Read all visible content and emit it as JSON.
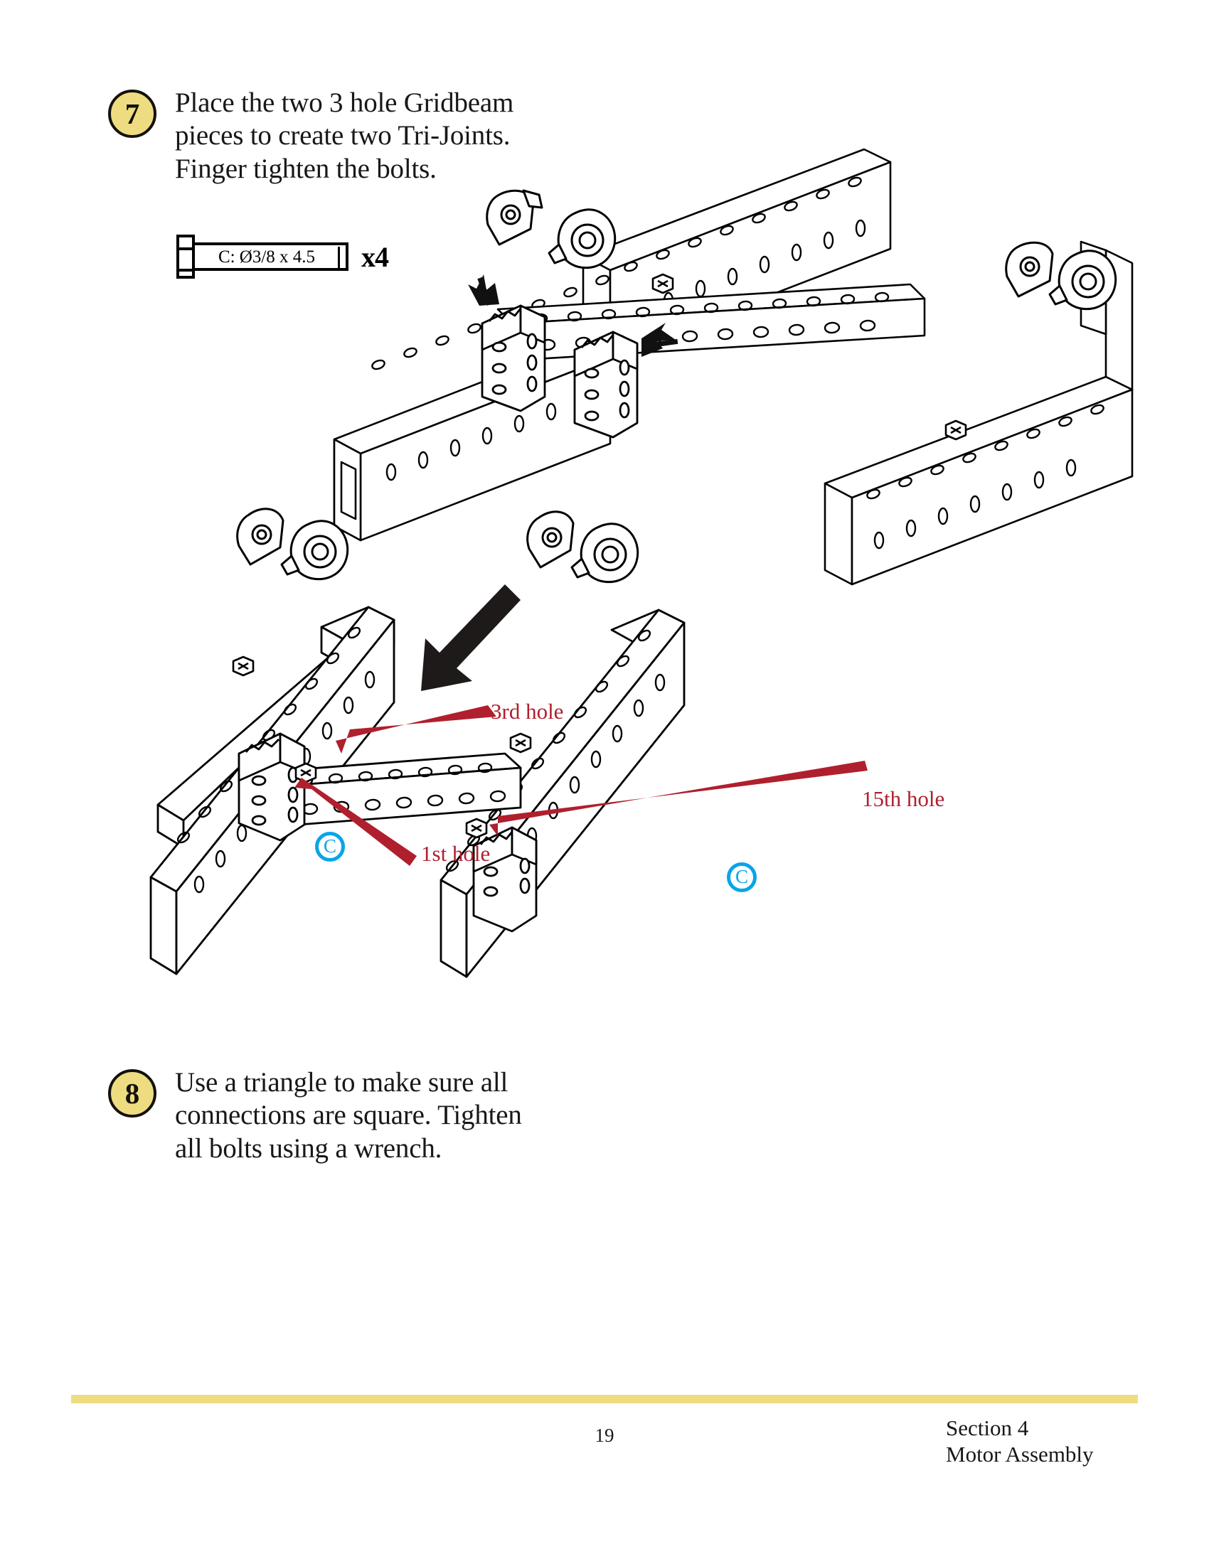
{
  "document": {
    "type": "assembly-instruction-page",
    "page_number": "19",
    "section_label": "Section 4\nMotor Assembly"
  },
  "steps": [
    {
      "number": "7",
      "text": "Place the two 3 hole Gridbeam\npieces to create two Tri-Joints.\nFinger tighten the bolts."
    },
    {
      "number": "8",
      "text": "Use a triangle to make sure all\nconnections are square.  Tighten\nall bolts using a wrench."
    }
  ],
  "parts_callout": {
    "bolt_spec": "C: Ø3/8 x 4.5",
    "quantity": "x4"
  },
  "annotations": [
    {
      "id": "third-hole",
      "label": "3rd hole",
      "color": "#b01f2e"
    },
    {
      "id": "first-hole",
      "label": "1st hole",
      "color": "#b01f2e"
    },
    {
      "id": "fifteenth-hole",
      "label": "15th hole",
      "color": "#b01f2e"
    }
  ],
  "part_markers": [
    {
      "id": "marker-left",
      "label": "C",
      "color": "#08a5e8"
    },
    {
      "id": "marker-right",
      "label": "C",
      "color": "#08a5e8"
    }
  ],
  "colors": {
    "badge_fill": "#eedd80",
    "badge_stroke": "#14110d",
    "annotation_red": "#b01f2e",
    "marker_cyan": "#08a5e8",
    "footer_rule": "#eedd80",
    "line_art": "#000000"
  }
}
